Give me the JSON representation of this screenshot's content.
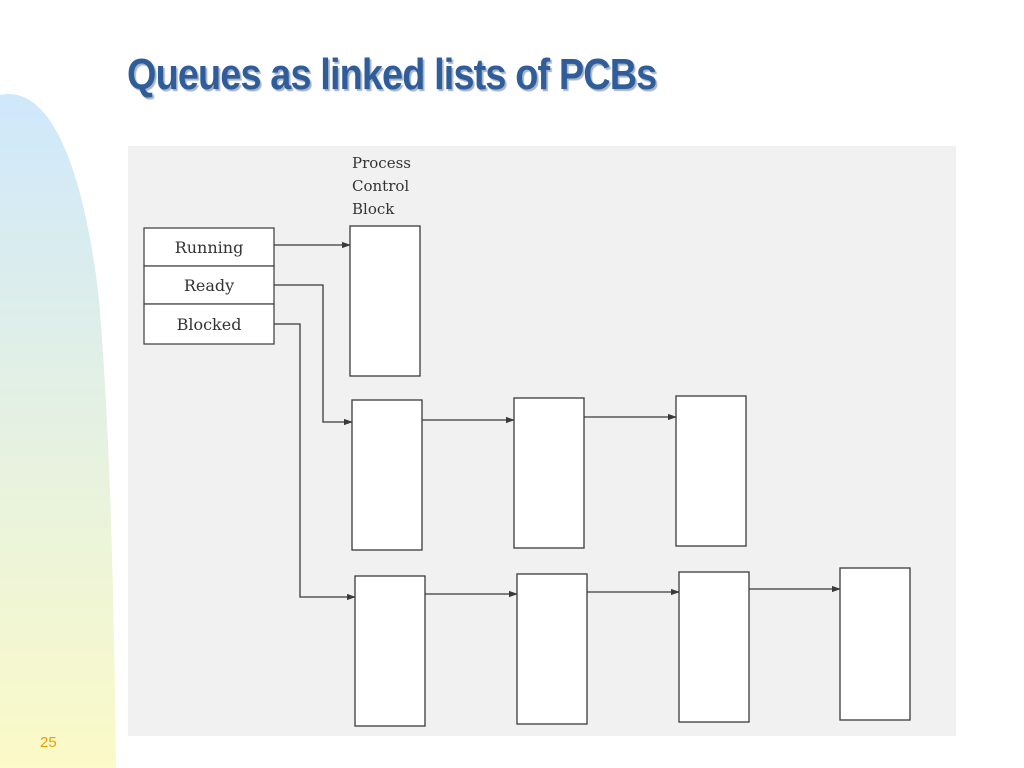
{
  "slide": {
    "title": "Queues as linked lists of PCBs",
    "page_number": "25"
  },
  "diagram": {
    "pcb_label_lines": [
      "Process",
      "Control",
      "Block"
    ],
    "queue_labels": [
      "Running",
      "Ready",
      "Blocked"
    ]
  },
  "colors": {
    "title": "#2f5d9a",
    "title_shadow": "#a8b4c4",
    "page_number": "#e8a000",
    "panel_background": "#f1f1f1",
    "line": "#3a3a3a",
    "box_fill": "#ffffff",
    "swoosh_top": "#cfe8fb",
    "swoosh_bottom": "#fbfac8"
  }
}
